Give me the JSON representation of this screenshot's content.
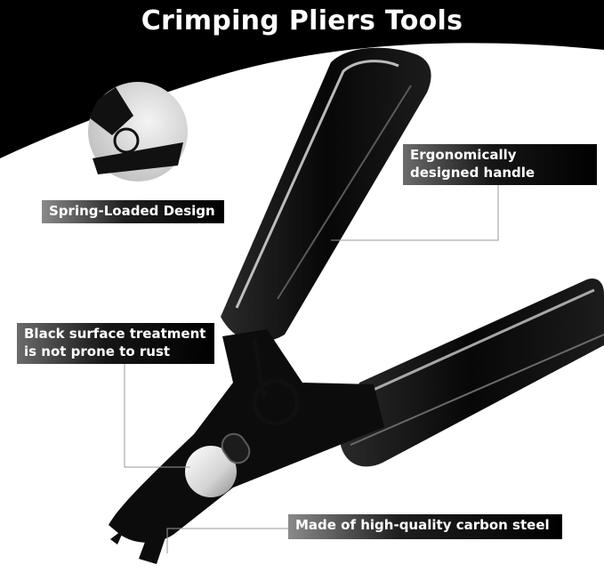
{
  "title": "Crimping Pliers Tools",
  "callouts": {
    "handle": "Ergonomically designed handle",
    "spring": "Spring-Loaded Design",
    "surface": "Black surface treatment is not prone to rust",
    "steel": "Made of high-quality carbon steel"
  },
  "colors": {
    "banner": "#000000",
    "plier_body": "#0d0d0d",
    "label_text": "#ffffff"
  }
}
